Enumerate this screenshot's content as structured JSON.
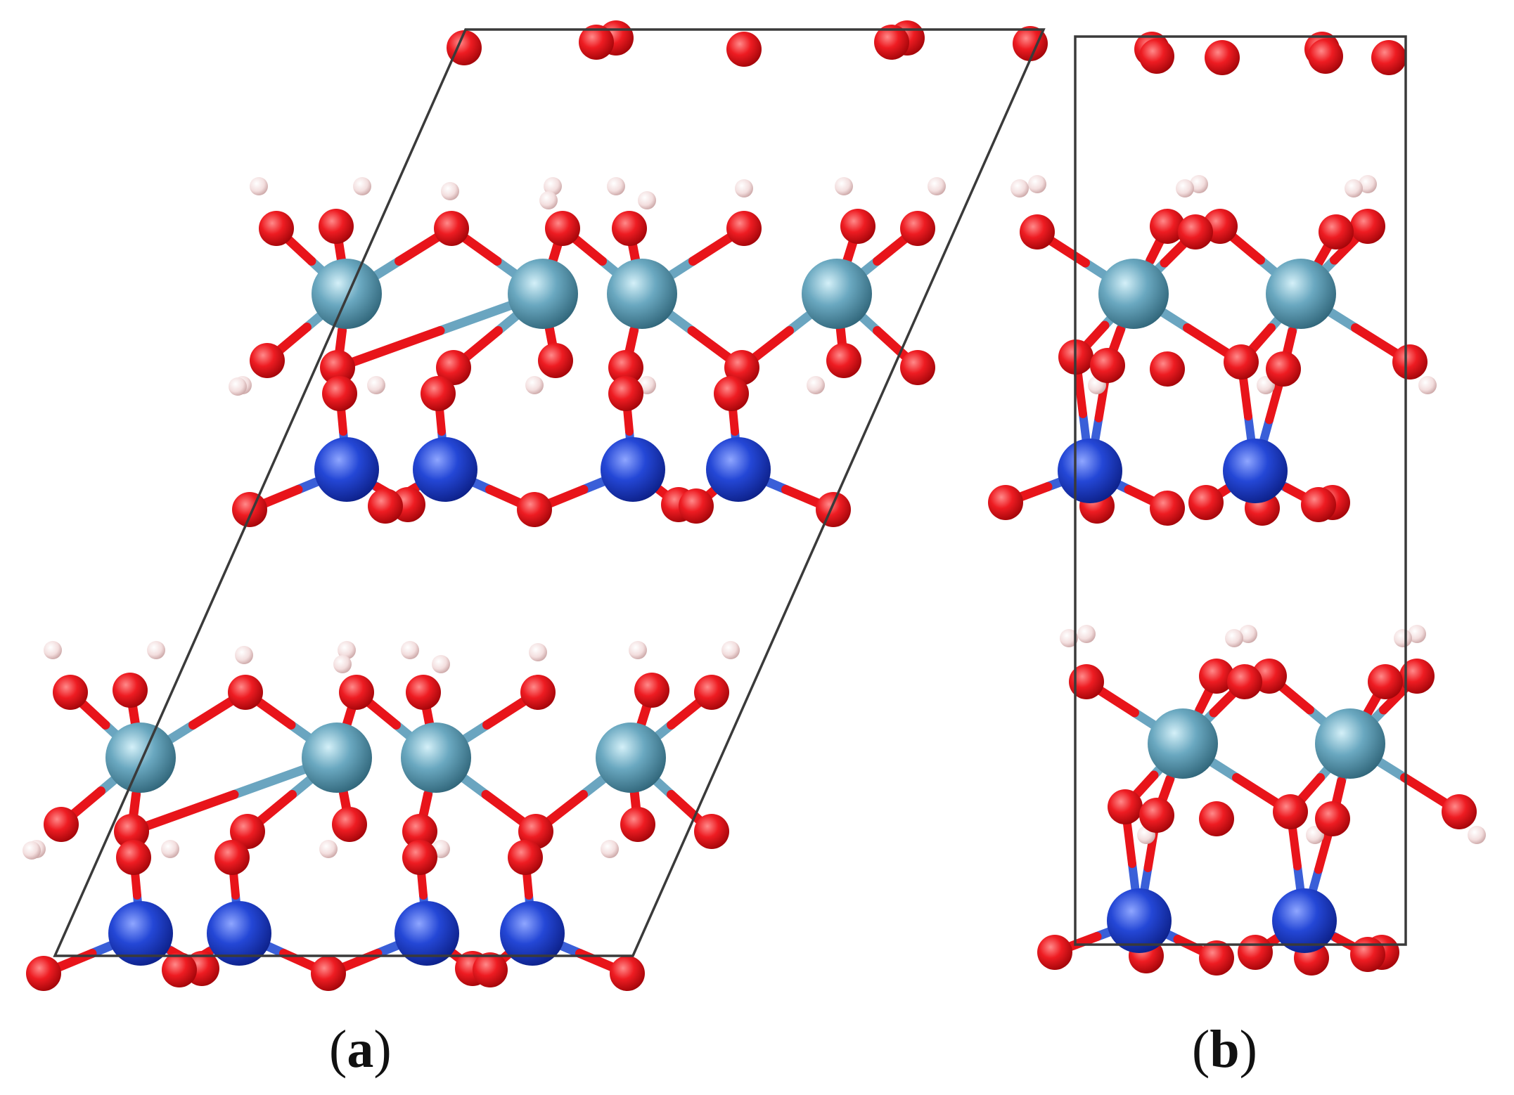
{
  "figure": {
    "panels": [
      {
        "id": "a",
        "label_open": "(",
        "label_letter": "a",
        "label_close": ")"
      },
      {
        "id": "b",
        "label_open": "(",
        "label_letter": "b",
        "label_close": ")"
      }
    ]
  },
  "colors": {
    "background": "#ffffff",
    "cell_edge": "#3a3a3a",
    "metal_blue": "#1f3fc8",
    "metal_teal": "#5b9bb2",
    "oxygen": "#e8141a",
    "hydrogen": "#f2d8d8",
    "bond_metal_oxygen_light": "#6aa5c0",
    "bond_metal_oxygen_dark": "#3a5fd8"
  },
  "legend_icons": {
    "unit_cell": "parallelogram-outline-icon",
    "atom": "sphere-icon",
    "bond": "cylinder-bond-icon"
  }
}
